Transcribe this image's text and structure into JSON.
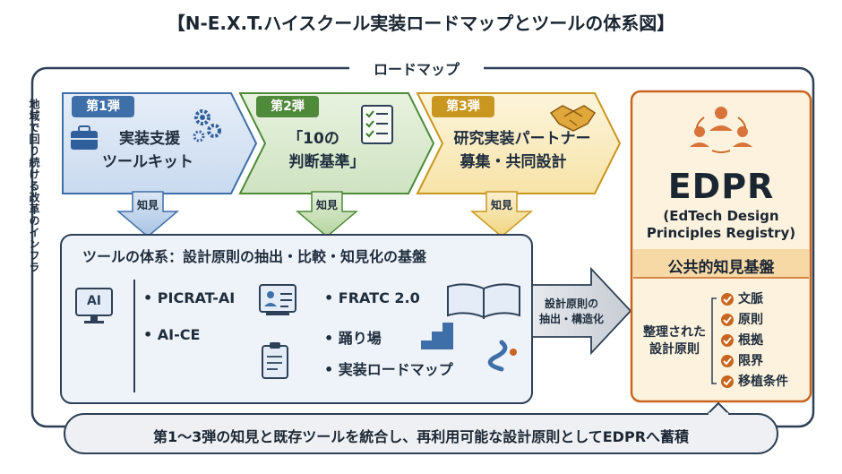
{
  "title": "【N-E.X.T.ハイスクール実装ロードマップとツールの体系図】",
  "roadmap": {
    "label": "ロードマップ",
    "side_label": "地域で回り続ける改革のインフラ"
  },
  "stages": [
    {
      "badge": "第1弾",
      "line1": "実装支援",
      "line2": "ツールキット",
      "icon": "toolbox-gears-icon",
      "color": "#3f6fa8"
    },
    {
      "badge": "第2弾",
      "line1": "「10の",
      "line2": "判断基準」",
      "icon": "checklist-icon",
      "color": "#4f8a3a"
    },
    {
      "badge": "第3弾",
      "line1": "研究実装パートナー",
      "line2": "募集・共同設計",
      "icon": "handshake-icon",
      "color": "#c9971f"
    }
  ],
  "knowhow_label": "知見",
  "tools_panel": {
    "title": "ツールの体系：設計原則の抽出・比較・知見化の基盤",
    "left_items": [
      "PICRAT-AI",
      "AI-CE"
    ],
    "right_items": [
      "FRATC 2.0",
      "踊り場",
      "実装ロードマップ"
    ],
    "ai_icon_label": "AI"
  },
  "flow_arrow": {
    "line1": "設計原則の",
    "line2": "抽出・構造化"
  },
  "edpr": {
    "name": "EDPR",
    "full_line1": "(EdTech Design",
    "full_line2": "Principles Registry)",
    "band": "公共的知見基盤",
    "organized_line1": "整理された",
    "organized_line2": "設計原則",
    "items": [
      "文脈",
      "原則",
      "根拠",
      "限界",
      "移植条件"
    ]
  },
  "bottom_text": "第1〜3弾の知見と既存ツールを統合し、再利用可能な設計原則としてEDPRへ蓄積",
  "colors": {
    "navy": "#2e4057",
    "blue_fill": "#d6e3f3",
    "green_fill": "#dcebd2",
    "yellow_fill": "#fbefc9",
    "edpr_fill": "#fdf2dd",
    "orange": "#c8651e",
    "panel_fill": "#eef3f9"
  }
}
